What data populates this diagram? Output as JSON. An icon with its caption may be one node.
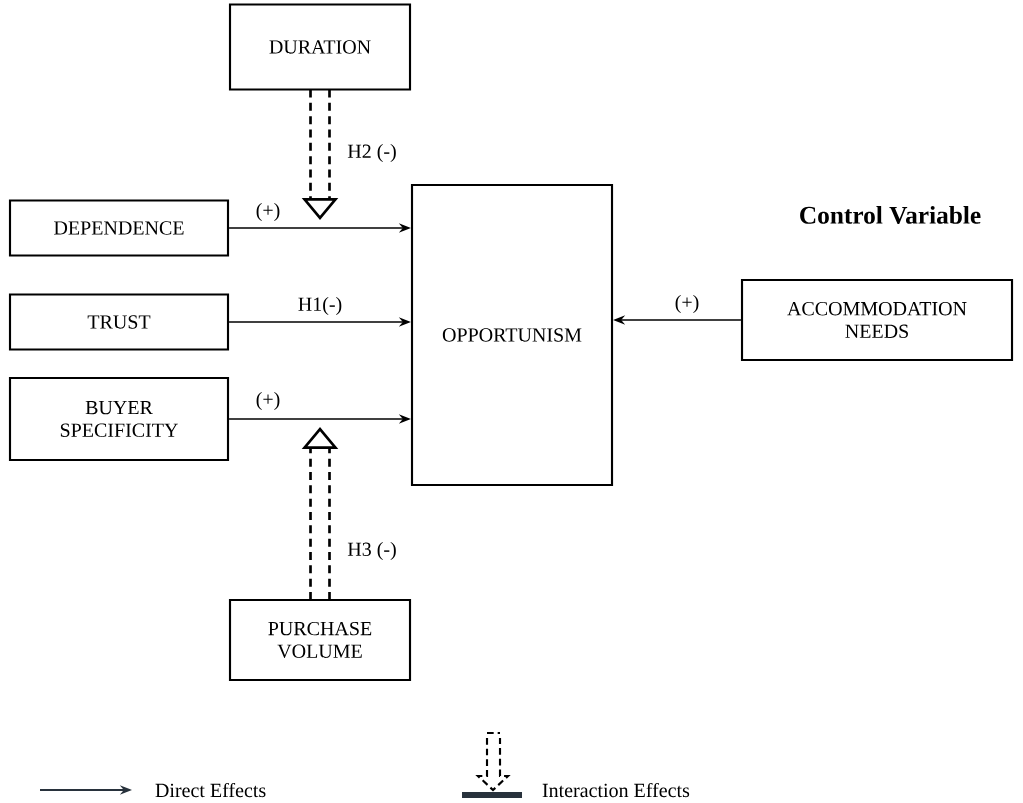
{
  "diagram": {
    "nodes": [
      {
        "text": [
          "DURATION"
        ]
      },
      {
        "text": [
          "DEPENDENCE"
        ]
      },
      {
        "text": [
          "TRUST"
        ]
      },
      {
        "text": [
          "BUYER SPECIFICITY"
        ]
      },
      {
        "text": [
          "OPPORTUNISM"
        ]
      },
      {
        "text": [
          "ACCOMMODATION NEEDS"
        ]
      },
      {
        "text": [
          "PURCHASE VOLUME"
        ]
      }
    ],
    "edges": [
      {
        "from": 1,
        "to": 4,
        "arrow": "to",
        "label": "(+)"
      },
      {
        "from": 2,
        "to": 4,
        "arrow": "to",
        "label": "H1(-)"
      },
      {
        "from": 3,
        "to": 4,
        "arrow": "to",
        "label": "(+)"
      },
      {
        "from": 5,
        "to": 4,
        "arrow": "to",
        "label": "(+)"
      },
      {
        "from": 0,
        "to": null,
        "arrow": "to",
        "label": "H2 (-)",
        "style": "dashed"
      },
      {
        "from": 6,
        "to": null,
        "arrow": "to",
        "label": "H3 (-)",
        "style": "dashed"
      }
    ],
    "labels": [
      "Control Variable"
    ],
    "legend": [
      {
        "text": "Direct Effects"
      },
      {
        "text": "Interaction Effects"
      }
    ]
  }
}
